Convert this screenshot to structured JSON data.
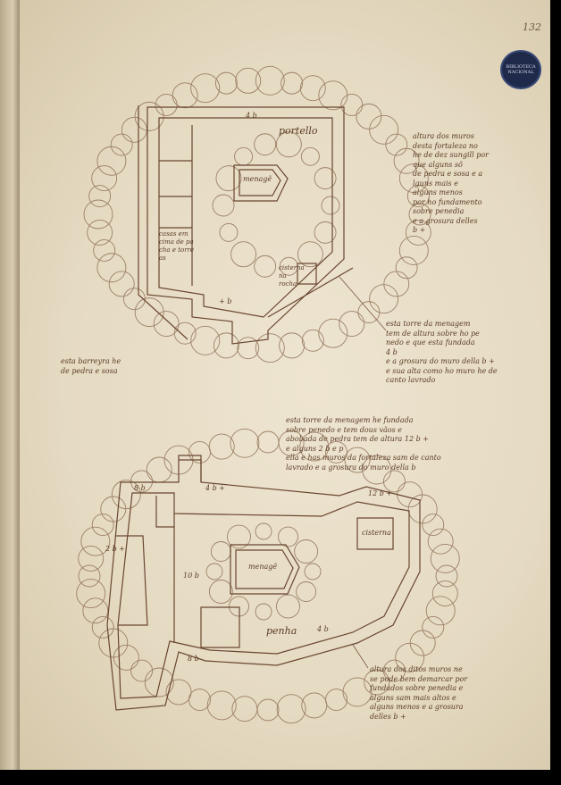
{
  "page_number": "132",
  "stamp": {
    "text": "BIBLIOTECA NACIONAL"
  },
  "colors": {
    "parchment": "#e5dac2",
    "ink": "#5a3a24",
    "stamp": "#1f2a4a"
  },
  "upper_plan": {
    "name": "portello",
    "keep_label": "menagẽ",
    "houses_label": "casas em\ncima de pa\ncha e torre\nas",
    "cistern_label": "cisterna\nna\nrocha",
    "measure_top": "4 b",
    "measure_bottom": "+ b",
    "barrier_note": "esta barreyra he\nde pedra e sosa",
    "note_right": "altura dos muros\ndesta fortaleza no\nhe de dez sungill por\nque alguns sõ\nde pedra e sosa e a\nlguns mais e\nalguns menos\npor ho fundamento\nsobre penedia\ne a grosura delles\nb +",
    "note_keep": "esta torre da menagem\ntem de altura sobre ho pe\nnedo e que esta fundada\n4 b\ne a grosura do muro della b +\ne sua alta como ho muro he de\ncanto lavrado"
  },
  "lower_plan": {
    "name": "penha",
    "keep_label": "menagẽ",
    "cistern_label": "cisterna",
    "measures": [
      "8 b",
      "4 b +",
      "12 b +",
      "10 b",
      "4 b",
      "8 b",
      "2 b +"
    ],
    "note_keep": "esta torre da menagem he fundada\nsobre penedo e tem dous vãos e\nabobada de pedra tem de altura 12 b +\ne alguns 2 b e p\nella e has muros da fortaleza sam de canto\nlavrado e a grosura do muro della b",
    "note_walls": "altura dos ditos muros ne\nse pode bem demarcar por\nfundados sobre penedia e\nalguns sam mais altos e\nalguns menos e a grosura\ndelles b +"
  }
}
